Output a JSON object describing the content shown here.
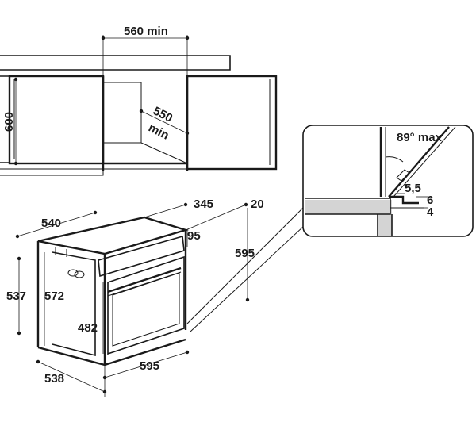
{
  "niche": {
    "width": "560 min",
    "height": "600",
    "depth_1": "550",
    "depth_2": "min"
  },
  "oven": {
    "depth_total": "540",
    "depth_body": "345",
    "offset_top": "20",
    "panel": "95",
    "height_total": "595",
    "height_side": "537",
    "height_body": "572",
    "door_height": "482",
    "width_front": "595",
    "width_body": "538"
  },
  "detail": {
    "angle": "89° max",
    "gap": "5,5",
    "thickness_a": "6",
    "thickness_b": "4"
  },
  "colors": {
    "line": "#1a1a1a",
    "fill_gray": "#d4d4d4",
    "background": "#ffffff"
  }
}
